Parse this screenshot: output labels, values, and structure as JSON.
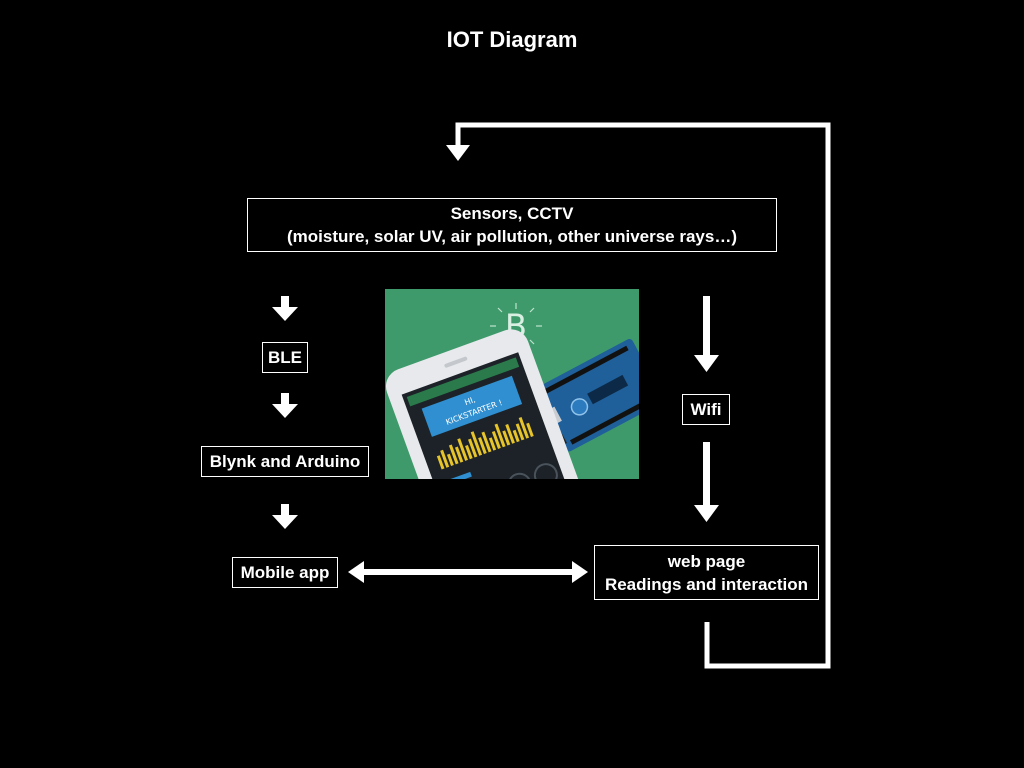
{
  "title": "IOT Diagram",
  "nodes": {
    "sensors": {
      "line1": "Sensors, CCTV",
      "line2": "(moisture, solar UV, air pollution, other universe rays…)"
    },
    "ble": {
      "label": "BLE"
    },
    "blynk": {
      "label": "Blynk and Arduino"
    },
    "mobile": {
      "label": "Mobile app"
    },
    "wifi": {
      "label": "Wifi"
    },
    "webpage": {
      "line1": "web page",
      "line2": "Readings and interaction"
    }
  },
  "photo": {
    "logo_letter": "B",
    "phone_banner_line1": "HI,",
    "phone_banner_line2": "KICKSTARTER !"
  },
  "colors": {
    "background": "#000000",
    "foreground": "#ffffff",
    "photo_background": "#3e9a6b"
  }
}
